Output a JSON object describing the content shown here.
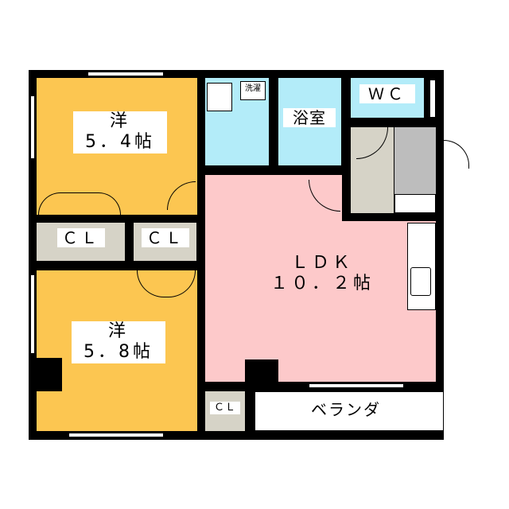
{
  "rooms": {
    "western1": {
      "type": "洋",
      "size": "5．4帖"
    },
    "western2": {
      "type": "洋",
      "size": "5．8帖"
    },
    "closet1": "ＣＬ",
    "closet2": "ＣＬ",
    "closet3": "ＣＬ",
    "ldk": {
      "type": "ＬＤＫ",
      "size": "１０．２帖"
    },
    "bath": "浴室",
    "washer": "洗濯",
    "wc": "ＷＣ",
    "veranda": "ベランダ"
  },
  "colors": {
    "western": "#fcc651",
    "wet": "#b3ecf9",
    "ldk": "#fdc9ca",
    "closet": "#d6d3c7",
    "wall": "#000000"
  }
}
